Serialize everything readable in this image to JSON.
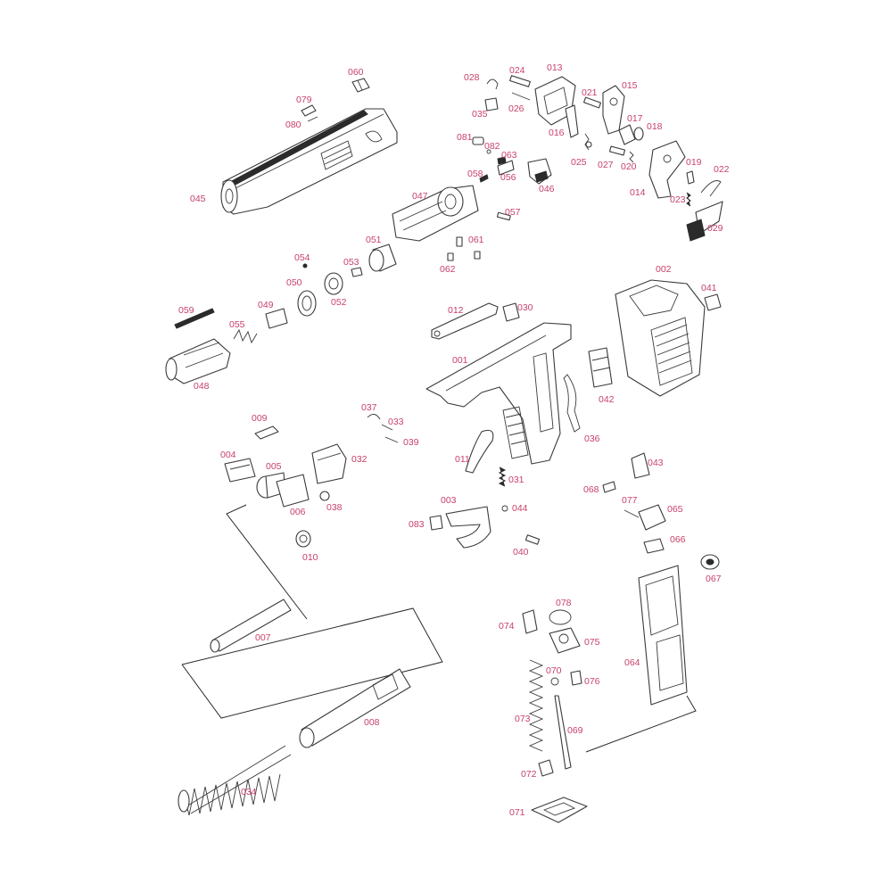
{
  "diagram": {
    "part_labels": [
      "060",
      "028",
      "024",
      "013",
      "015",
      "079",
      "080",
      "035",
      "026",
      "021",
      "017",
      "018",
      "016",
      "025",
      "027",
      "020",
      "081",
      "082",
      "063",
      "058",
      "056",
      "046",
      "014",
      "019",
      "022",
      "023",
      "029",
      "045",
      "047",
      "057",
      "061",
      "062",
      "054",
      "051",
      "053",
      "050",
      "052",
      "002",
      "041",
      "059",
      "049",
      "055",
      "012",
      "030",
      "001",
      "048",
      "042",
      "037",
      "033",
      "039",
      "036",
      "009",
      "004",
      "005",
      "032",
      "011",
      "031",
      "043",
      "006",
      "038",
      "068",
      "003",
      "044",
      "077",
      "065",
      "083",
      "066",
      "040",
      "010",
      "067",
      "078",
      "007",
      "074",
      "075",
      "064",
      "070",
      "076",
      "008",
      "073",
      "069",
      "072",
      "034",
      "071"
    ]
  }
}
